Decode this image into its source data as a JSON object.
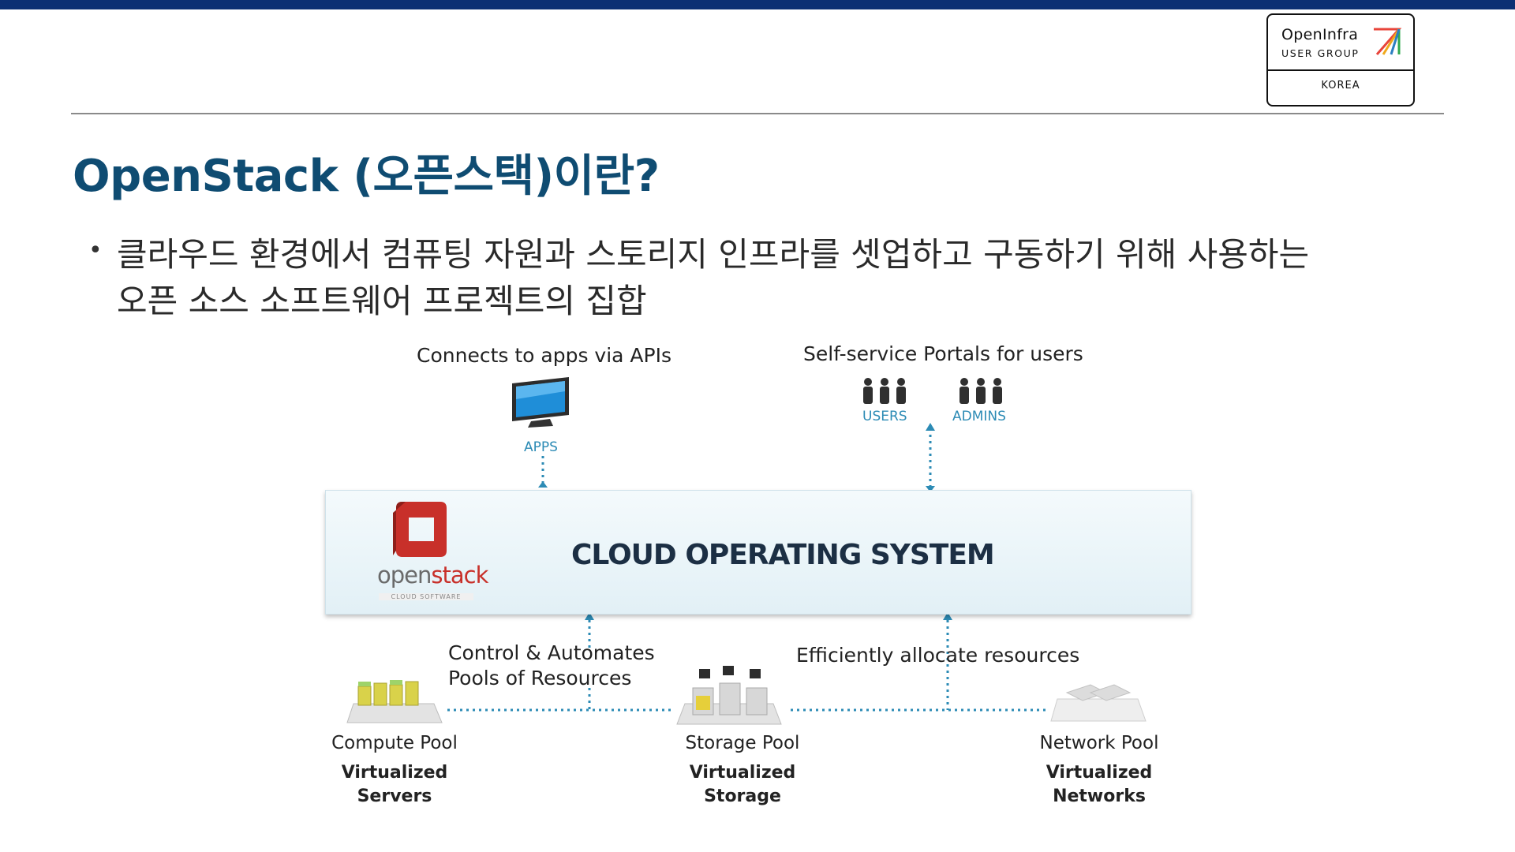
{
  "brand": {
    "logo_name": "OpenInfra",
    "logo_sub": "USER GROUP",
    "logo_country": "KOREA",
    "colors": {
      "top_bar": "#0b2f73",
      "title": "#0f4c72",
      "accent_red": "#c8302a",
      "dotted_line": "#2c8bb5"
    }
  },
  "slide": {
    "title": "OpenStack (오픈스택)이란?",
    "bullet_text": "클라우드 환경에서 컴퓨팅 자원과 스토리지 인프라를 셋업하고 구동하기 위해 사용하는 오픈 소스 소프트웨어 프로젝트의 집합"
  },
  "diagram": {
    "apps_caption": "Connects to apps via APIs",
    "apps_label": "APPS",
    "portals_caption": "Self-service Portals for users",
    "users_label": "USERS",
    "admins_label": "ADMINS",
    "center_title": "CLOUD OPERATING SYSTEM",
    "openstack_word_left": "open",
    "openstack_word_right": "stack",
    "openstack_tagline": "CLOUD SOFTWARE",
    "control_caption_line1": "Control & Automates",
    "control_caption_line2": "Pools of Resources",
    "allocate_caption": "Efficiently allocate resources",
    "pools": [
      {
        "name": "Compute Pool",
        "line1": "Virtualized",
        "line2": "Servers"
      },
      {
        "name": "Storage Pool",
        "line1": "Virtualized",
        "line2": "Storage"
      },
      {
        "name": "Network Pool",
        "line1": "Virtualized",
        "line2": "Networks"
      }
    ]
  }
}
